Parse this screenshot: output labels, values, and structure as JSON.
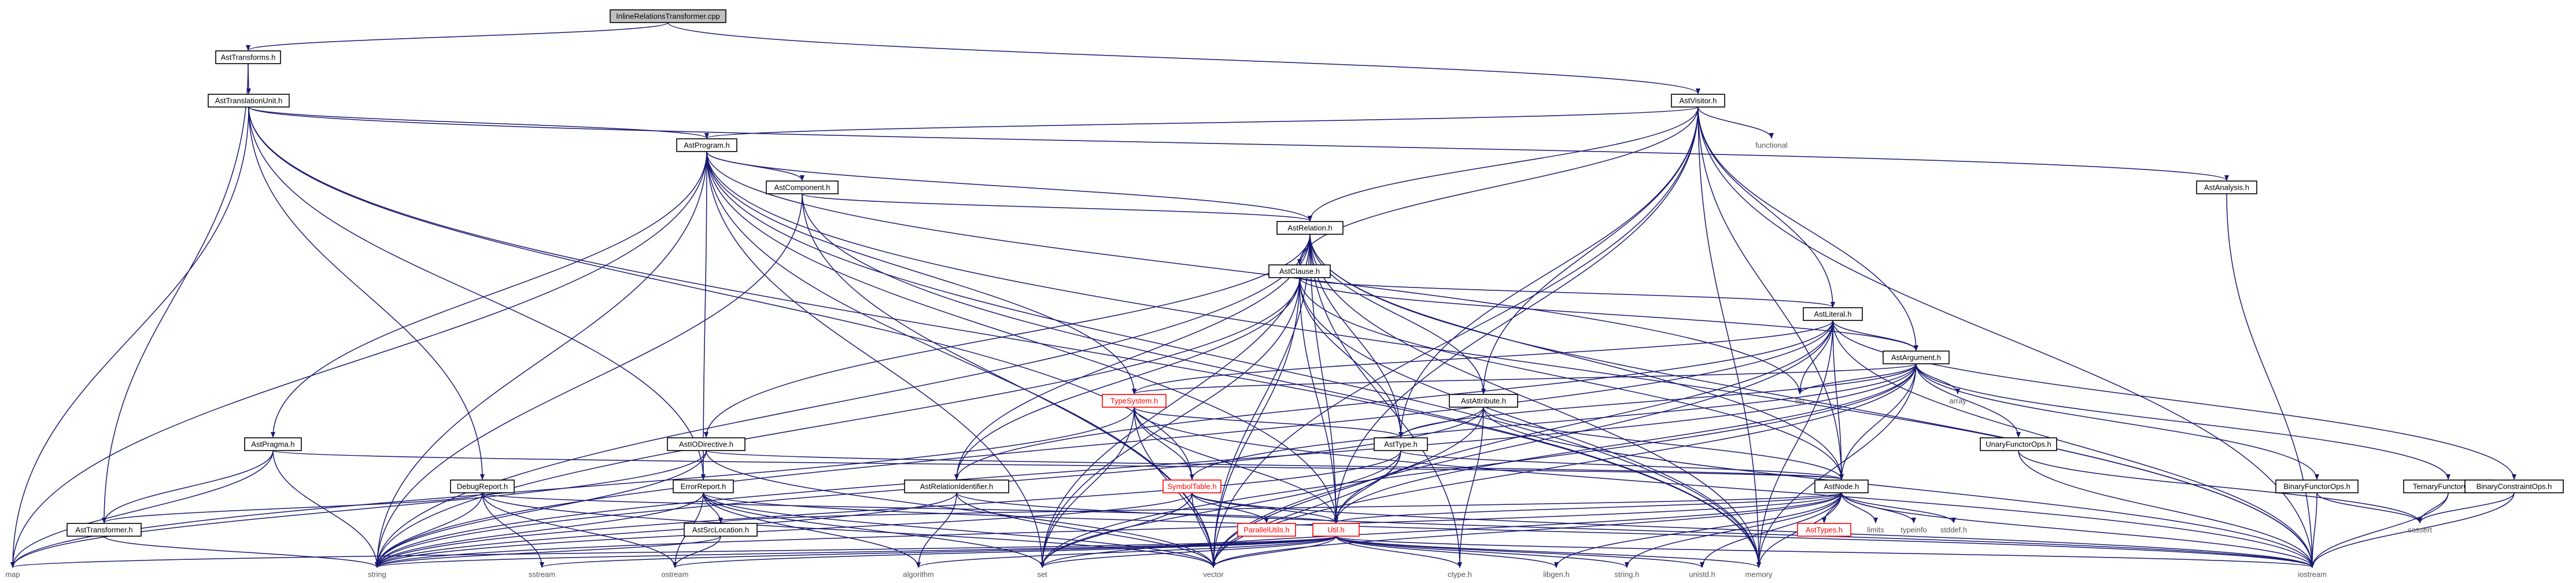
{
  "diagram": {
    "type": "include-dependency-graph",
    "colors": {
      "edge": "#191970",
      "root_fill": "#bfbfbf",
      "missing_doc": "#ff0000",
      "border": "#000000"
    },
    "nodes": [
      {
        "id": "root",
        "label": "InlineRelationsTransformer.cpp",
        "kind": "root"
      },
      {
        "id": "asttransforms",
        "label": "AstTransforms.h",
        "kind": "box"
      },
      {
        "id": "astvisitor",
        "label": "AstVisitor.h",
        "kind": "box"
      },
      {
        "id": "asttu",
        "label": "AstTranslationUnit.h",
        "kind": "box"
      },
      {
        "id": "functional",
        "label": "functional",
        "kind": "plain"
      },
      {
        "id": "astprogram",
        "label": "AstProgram.h",
        "kind": "box"
      },
      {
        "id": "astanalysis",
        "label": "AstAnalysis.h",
        "kind": "box"
      },
      {
        "id": "astcomponent",
        "label": "AstComponent.h",
        "kind": "box"
      },
      {
        "id": "astrelation",
        "label": "AstRelation.h",
        "kind": "box"
      },
      {
        "id": "astclause",
        "label": "AstClause.h",
        "kind": "box"
      },
      {
        "id": "astliteral",
        "label": "AstLiteral.h",
        "kind": "box"
      },
      {
        "id": "astargument",
        "label": "AstArgument.h",
        "kind": "box"
      },
      {
        "id": "list",
        "label": "list",
        "kind": "plain"
      },
      {
        "id": "array",
        "label": "array",
        "kind": "plain"
      },
      {
        "id": "typesystem",
        "label": "TypeSystem.h",
        "kind": "red"
      },
      {
        "id": "astattribute",
        "label": "AstAttribute.h",
        "kind": "box"
      },
      {
        "id": "astpragma",
        "label": "AstPragma.h",
        "kind": "box"
      },
      {
        "id": "astiodirective",
        "label": "AstIODirective.h",
        "kind": "box"
      },
      {
        "id": "asttype",
        "label": "AstType.h",
        "kind": "box"
      },
      {
        "id": "unaryfunctorops",
        "label": "UnaryFunctorOps.h",
        "kind": "box"
      },
      {
        "id": "debugreport",
        "label": "DebugReport.h",
        "kind": "box"
      },
      {
        "id": "errorreport",
        "label": "ErrorReport.h",
        "kind": "box"
      },
      {
        "id": "astrelid",
        "label": "AstRelationIdentifier.h",
        "kind": "box"
      },
      {
        "id": "symboltable",
        "label": "SymbolTable.h",
        "kind": "red"
      },
      {
        "id": "astnode",
        "label": "AstNode.h",
        "kind": "box"
      },
      {
        "id": "binaryfunctorops",
        "label": "BinaryFunctorOps.h",
        "kind": "box"
      },
      {
        "id": "ternaryfunctorops",
        "label": "TernaryFunctorOps.h",
        "kind": "box"
      },
      {
        "id": "binaryconstraintops",
        "label": "BinaryConstraintOps.h",
        "kind": "box"
      },
      {
        "id": "asttransformer",
        "label": "AstTransformer.h",
        "kind": "box"
      },
      {
        "id": "astsrclocation",
        "label": "AstSrcLocation.h",
        "kind": "box"
      },
      {
        "id": "parallelutils",
        "label": "ParallelUtils.h",
        "kind": "red"
      },
      {
        "id": "utilh",
        "label": "Util.h",
        "kind": "red"
      },
      {
        "id": "asttypes",
        "label": "AstTypes.h",
        "kind": "red"
      },
      {
        "id": "limits",
        "label": "limits",
        "kind": "plain"
      },
      {
        "id": "typeinfo",
        "label": "typeinfo",
        "kind": "plain"
      },
      {
        "id": "stddef",
        "label": "stddef.h",
        "kind": "plain"
      },
      {
        "id": "cassert",
        "label": "cassert",
        "kind": "plain"
      },
      {
        "id": "map",
        "label": "map",
        "kind": "plain"
      },
      {
        "id": "string",
        "label": "string",
        "kind": "plain"
      },
      {
        "id": "sstream",
        "label": "sstream",
        "kind": "plain"
      },
      {
        "id": "ostream",
        "label": "ostream",
        "kind": "plain"
      },
      {
        "id": "algorithm",
        "label": "algorithm",
        "kind": "plain"
      },
      {
        "id": "set",
        "label": "set",
        "kind": "plain"
      },
      {
        "id": "vector",
        "label": "vector",
        "kind": "plain"
      },
      {
        "id": "ctype",
        "label": "ctype.h",
        "kind": "plain"
      },
      {
        "id": "libgen",
        "label": "libgen.h",
        "kind": "plain"
      },
      {
        "id": "stringh",
        "label": "string.h",
        "kind": "plain"
      },
      {
        "id": "unistd",
        "label": "unistd.h",
        "kind": "plain"
      },
      {
        "id": "memory",
        "label": "memory",
        "kind": "plain"
      },
      {
        "id": "iostream",
        "label": "iostream",
        "kind": "plain"
      }
    ],
    "edges": [
      [
        "root",
        "asttransforms"
      ],
      [
        "root",
        "astvisitor"
      ],
      [
        "asttransforms",
        "asttu"
      ],
      [
        "asttransforms",
        "asttransformer"
      ],
      [
        "astvisitor",
        "astprogram"
      ],
      [
        "astvisitor",
        "functional"
      ],
      [
        "astvisitor",
        "astrelation"
      ],
      [
        "astvisitor",
        "astclause"
      ],
      [
        "astvisitor",
        "astliteral"
      ],
      [
        "astvisitor",
        "astargument"
      ],
      [
        "astvisitor",
        "astattribute"
      ],
      [
        "astvisitor",
        "asttype"
      ],
      [
        "astvisitor",
        "astnode"
      ],
      [
        "astvisitor",
        "utilh"
      ],
      [
        "astvisitor",
        "vector"
      ],
      [
        "astvisitor",
        "memory"
      ],
      [
        "astvisitor",
        "iostream"
      ],
      [
        "asttu",
        "astprogram"
      ],
      [
        "asttu",
        "debugreport"
      ],
      [
        "asttu",
        "errorreport"
      ],
      [
        "asttu",
        "symboltable"
      ],
      [
        "asttu",
        "astanalysis"
      ],
      [
        "asttu",
        "map"
      ],
      [
        "asttu",
        "memory"
      ],
      [
        "astprogram",
        "astcomponent"
      ],
      [
        "astprogram",
        "astrelation"
      ],
      [
        "astprogram",
        "astpragma"
      ],
      [
        "astprogram",
        "typesystem"
      ],
      [
        "astprogram",
        "errorreport"
      ],
      [
        "astprogram",
        "utilh"
      ],
      [
        "astprogram",
        "map"
      ],
      [
        "astprogram",
        "string"
      ],
      [
        "astprogram",
        "list"
      ],
      [
        "astprogram",
        "set"
      ],
      [
        "astprogram",
        "vector"
      ],
      [
        "astprogram",
        "memory"
      ],
      [
        "astprogram",
        "iostream"
      ],
      [
        "astanalysis",
        "iostream"
      ],
      [
        "astcomponent",
        "astrelation"
      ],
      [
        "astcomponent",
        "string"
      ],
      [
        "astcomponent",
        "vector"
      ],
      [
        "astcomponent",
        "memory"
      ],
      [
        "astrelation",
        "astclause"
      ],
      [
        "astrelation",
        "astiodirective"
      ],
      [
        "astrelation",
        "astrelid"
      ],
      [
        "astrelation",
        "astattribute"
      ],
      [
        "astrelation",
        "astnode"
      ],
      [
        "astrelation",
        "asttype"
      ],
      [
        "astrelation",
        "utilh"
      ],
      [
        "astrelation",
        "set"
      ],
      [
        "astrelation",
        "vector"
      ],
      [
        "astrelation",
        "memory"
      ],
      [
        "astrelation",
        "string"
      ],
      [
        "astrelation",
        "ctype"
      ],
      [
        "astrelation",
        "iostream"
      ],
      [
        "astclause",
        "astliteral"
      ],
      [
        "astclause",
        "astargument"
      ],
      [
        "astclause",
        "astrelid"
      ],
      [
        "astclause",
        "astnode"
      ],
      [
        "astclause",
        "asttype"
      ],
      [
        "astclause",
        "utilh"
      ],
      [
        "astclause",
        "set"
      ],
      [
        "astclause",
        "string"
      ],
      [
        "astclause",
        "vector"
      ],
      [
        "astclause",
        "memory"
      ],
      [
        "astliteral",
        "astargument"
      ],
      [
        "astliteral",
        "astnode"
      ],
      [
        "astliteral",
        "astrelid"
      ],
      [
        "astliteral",
        "typesystem"
      ],
      [
        "astliteral",
        "utilh"
      ],
      [
        "astliteral",
        "list"
      ],
      [
        "astliteral",
        "string"
      ],
      [
        "astliteral",
        "vector"
      ],
      [
        "astliteral",
        "memory"
      ],
      [
        "astliteral",
        "iostream"
      ],
      [
        "astliteral",
        "binaryconstraintops"
      ],
      [
        "astargument",
        "astnode"
      ],
      [
        "astargument",
        "asttype"
      ],
      [
        "astargument",
        "symboltable"
      ],
      [
        "astargument",
        "typesystem"
      ],
      [
        "astargument",
        "utilh"
      ],
      [
        "astargument",
        "list"
      ],
      [
        "astargument",
        "array"
      ],
      [
        "astargument",
        "unaryfunctorops"
      ],
      [
        "astargument",
        "binaryfunctorops"
      ],
      [
        "astargument",
        "ternaryfunctorops"
      ],
      [
        "astargument",
        "string"
      ],
      [
        "astargument",
        "vector"
      ],
      [
        "astargument",
        "memory"
      ],
      [
        "astargument",
        "set"
      ],
      [
        "typesystem",
        "asttype"
      ],
      [
        "typesystem",
        "symboltable"
      ],
      [
        "typesystem",
        "utilh"
      ],
      [
        "typesystem",
        "map"
      ],
      [
        "typesystem",
        "set"
      ],
      [
        "typesystem",
        "vector"
      ],
      [
        "typesystem",
        "iostream"
      ],
      [
        "astattribute",
        "asttype"
      ],
      [
        "astattribute",
        "astnode"
      ],
      [
        "astattribute",
        "string"
      ],
      [
        "astattribute",
        "vector"
      ],
      [
        "astattribute",
        "ctype"
      ],
      [
        "astattribute",
        "iostream"
      ],
      [
        "astpragma",
        "astnode"
      ],
      [
        "astpragma",
        "string"
      ],
      [
        "astpragma",
        "map"
      ],
      [
        "astpragma",
        "asttransformer"
      ],
      [
        "astiodirective",
        "astnode"
      ],
      [
        "astiodirective",
        "string"
      ],
      [
        "astiodirective",
        "map"
      ],
      [
        "astiodirective",
        "vector"
      ],
      [
        "asttype",
        "astnode"
      ],
      [
        "asttype",
        "utilh"
      ],
      [
        "asttype",
        "string"
      ],
      [
        "asttype",
        "vector"
      ],
      [
        "asttype",
        "set"
      ],
      [
        "unaryfunctorops",
        "cassert"
      ],
      [
        "unaryfunctorops",
        "iostream"
      ],
      [
        "debugreport",
        "utilh"
      ],
      [
        "debugreport",
        "string"
      ],
      [
        "debugreport",
        "sstream"
      ],
      [
        "debugreport",
        "ostream"
      ],
      [
        "debugreport",
        "vector"
      ],
      [
        "debugreport",
        "asttransformer"
      ],
      [
        "errorreport",
        "astsrclocation"
      ],
      [
        "errorreport",
        "string"
      ],
      [
        "errorreport",
        "set"
      ],
      [
        "errorreport",
        "vector"
      ],
      [
        "errorreport",
        "algorithm"
      ],
      [
        "errorreport",
        "ostream"
      ],
      [
        "errorreport",
        "iostream"
      ],
      [
        "astrelid",
        "string"
      ],
      [
        "astrelid",
        "vector"
      ],
      [
        "astrelid",
        "algorithm"
      ],
      [
        "astrelid",
        "iostream"
      ],
      [
        "symboltable",
        "parallelutils"
      ],
      [
        "symboltable",
        "utilh"
      ],
      [
        "symboltable",
        "string"
      ],
      [
        "symboltable",
        "vector"
      ],
      [
        "symboltable",
        "set"
      ],
      [
        "symboltable",
        "iostream"
      ],
      [
        "astnode",
        "asttypes"
      ],
      [
        "astnode",
        "limits"
      ],
      [
        "astnode",
        "typeinfo"
      ],
      [
        "astnode",
        "stddef"
      ],
      [
        "astnode",
        "utilh"
      ],
      [
        "astnode",
        "astsrclocation"
      ],
      [
        "astnode",
        "memory"
      ],
      [
        "astnode",
        "vector"
      ],
      [
        "astnode",
        "string"
      ],
      [
        "astnode",
        "set"
      ],
      [
        "astnode",
        "iostream"
      ],
      [
        "astnode",
        "unistd"
      ],
      [
        "astnode",
        "libgen"
      ],
      [
        "astnode",
        "stringh"
      ],
      [
        "binaryfunctorops",
        "cassert"
      ],
      [
        "binaryfunctorops",
        "iostream"
      ],
      [
        "ternaryfunctorops",
        "cassert"
      ],
      [
        "ternaryfunctorops",
        "iostream"
      ],
      [
        "binaryconstraintops",
        "cassert"
      ],
      [
        "binaryconstraintops",
        "iostream"
      ],
      [
        "asttransformer",
        "string"
      ],
      [
        "astsrclocation",
        "string"
      ],
      [
        "astsrclocation",
        "ostream"
      ],
      [
        "utilh",
        "map"
      ],
      [
        "utilh",
        "string"
      ],
      [
        "utilh",
        "sstream"
      ],
      [
        "utilh",
        "ostream"
      ],
      [
        "utilh",
        "algorithm"
      ],
      [
        "utilh",
        "set"
      ],
      [
        "utilh",
        "vector"
      ],
      [
        "utilh",
        "ctype"
      ],
      [
        "utilh",
        "libgen"
      ],
      [
        "utilh",
        "stringh"
      ],
      [
        "utilh",
        "unistd"
      ],
      [
        "utilh",
        "memory"
      ],
      [
        "utilh",
        "iostream"
      ]
    ]
  }
}
